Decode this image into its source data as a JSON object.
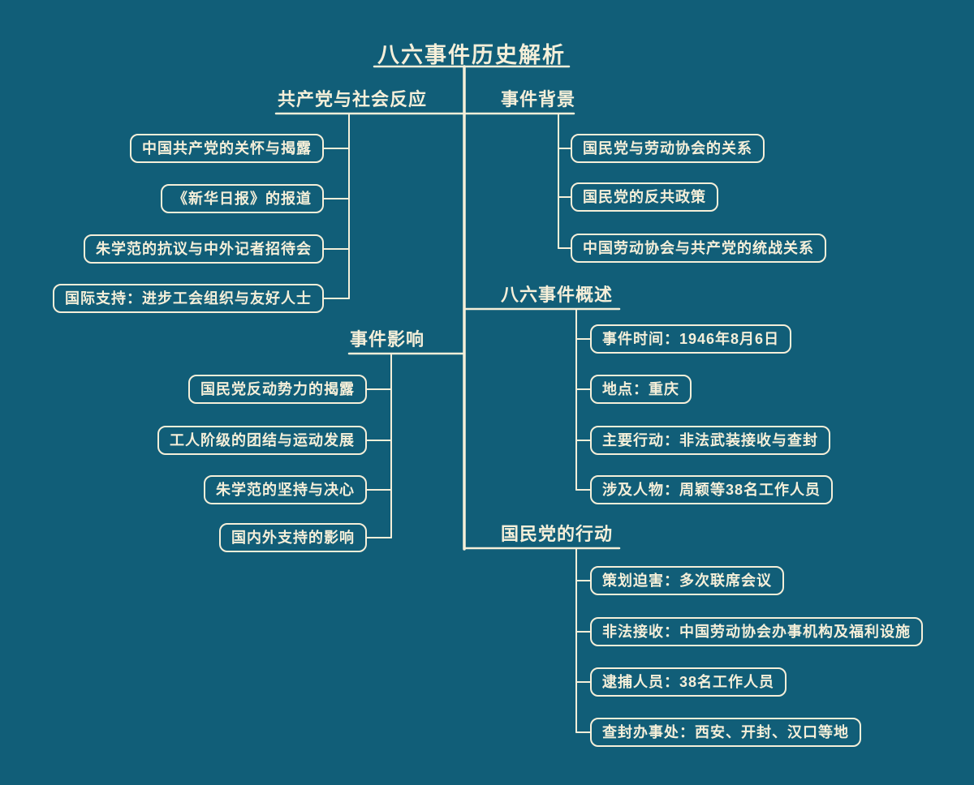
{
  "title": "八六事件历史解析",
  "colors": {
    "background": "#115e78",
    "foreground": "#f5efd9"
  },
  "branches": [
    {
      "id": "communist-social-response",
      "side": "left",
      "label": "共产党与社会反应",
      "children": [
        "中国共产党的关怀与揭露",
        "《新华日报》的报道",
        "朱学范的抗议与中外记者招待会",
        "国际支持：进步工会组织与友好人士"
      ]
    },
    {
      "id": "event-impact",
      "side": "left",
      "label": "事件影响",
      "children": [
        "国民党反动势力的揭露",
        "工人阶级的团结与运动发展",
        "朱学范的坚持与决心",
        "国内外支持的影响"
      ]
    },
    {
      "id": "event-background",
      "side": "right",
      "label": "事件背景",
      "children": [
        "国民党与劳动协会的关系",
        "国民党的反共政策",
        "中国劳动协会与共产党的统战关系"
      ]
    },
    {
      "id": "event-overview",
      "side": "right",
      "label": "八六事件概述",
      "children": [
        "事件时间：1946年8月6日",
        "地点：重庆",
        "主要行动：非法武装接收与查封",
        "涉及人物：周颖等38名工作人员"
      ]
    },
    {
      "id": "kmt-actions",
      "side": "right",
      "label": "国民党的行动",
      "children": [
        "策划迫害：多次联席会议",
        "非法接收：中国劳动协会办事机构及福利设施",
        "逮捕人员：38名工作人员",
        "查封办事处：西安、开封、汉口等地"
      ]
    }
  ]
}
